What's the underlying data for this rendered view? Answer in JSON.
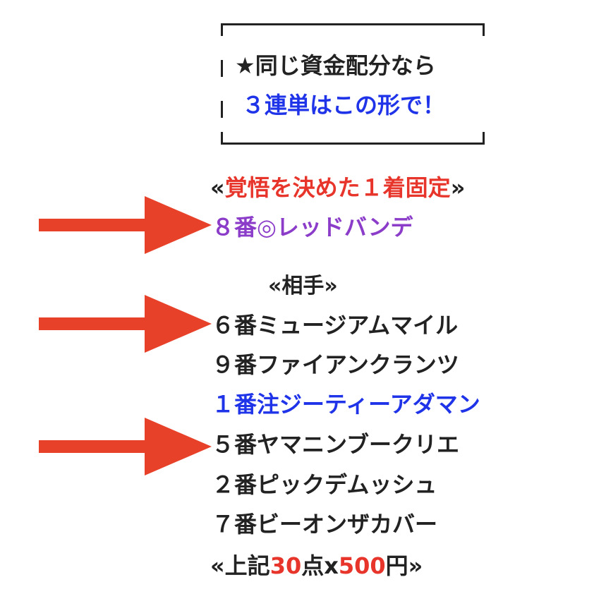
{
  "box": {
    "line1": "★同じ資金配分なら",
    "line2": "３連単はこの形で！"
  },
  "first": {
    "open": "«",
    "label": "覚悟を決めた１着固定",
    "close": "»",
    "horse": "８番◎レッドバンデ"
  },
  "partners": {
    "label": "«相手»",
    "horses": [
      "６番ミュージアムマイル",
      "９番ファイアンクランツ",
      "１番注ジーティーアダマン",
      "５番ヤマニンブークリエ",
      "２番ピックデムッシュ",
      "７番ビーオンザカバー"
    ]
  },
  "summary": {
    "open": "«上記",
    "points": "30",
    "points_suffix": "点x",
    "amount": "500",
    "currency_close": "円»"
  },
  "colors": {
    "red": "#e8352b",
    "purple": "#8b3cc9",
    "blue": "#1f34e8",
    "text": "#222222",
    "arrow": "#e8412a"
  }
}
